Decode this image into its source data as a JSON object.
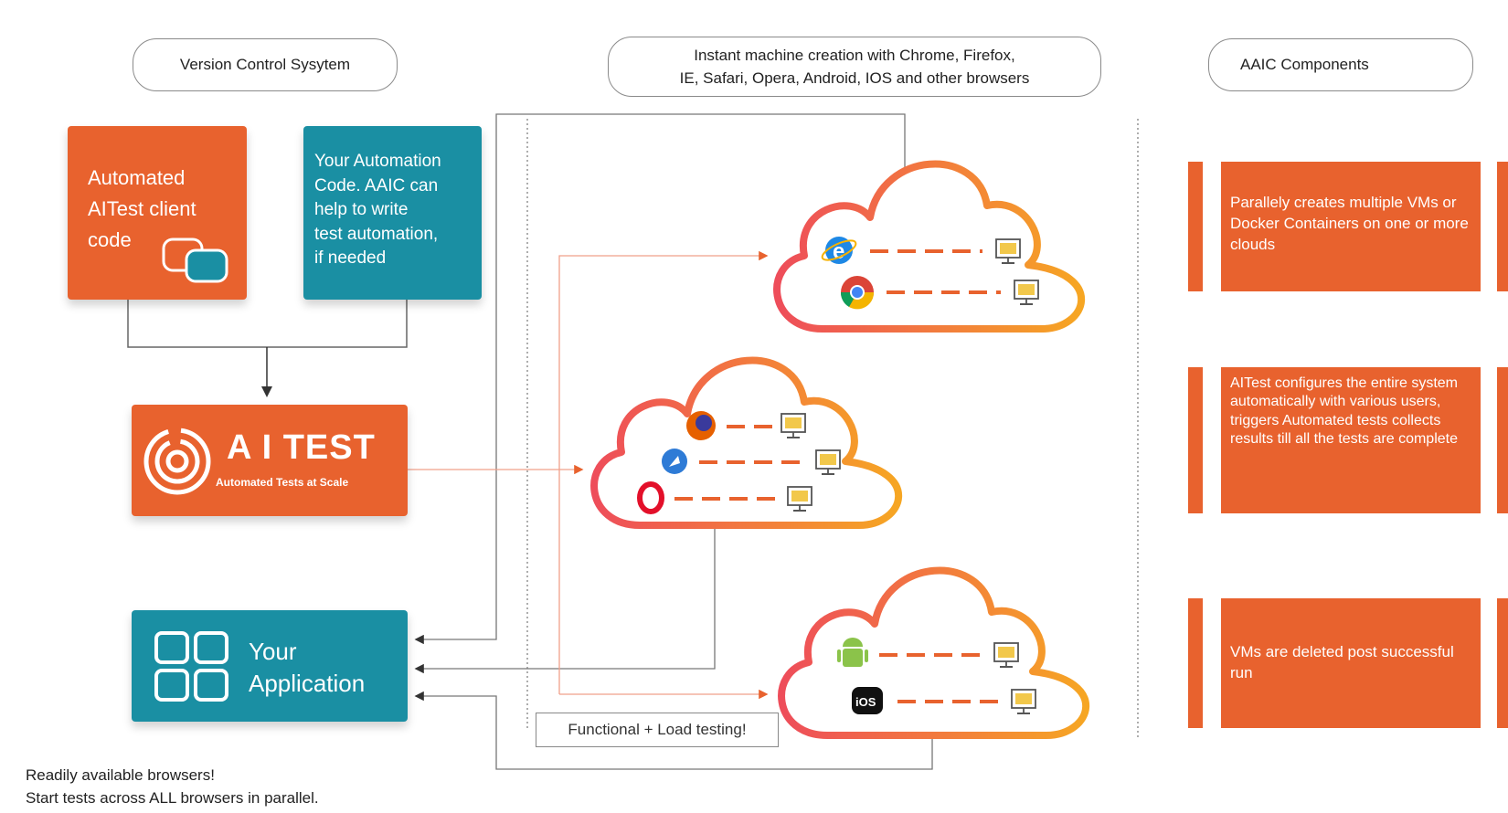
{
  "pills": {
    "vcs": "Version Control Sysytem",
    "instant_line1": "Instant machine creation with Chrome, Firefox,",
    "instant_line2": "IE, Safari, Opera, Android, IOS and other browsers",
    "aaic_components": "AAIC Components"
  },
  "boxes": {
    "client_code": [
      "Automated",
      "AITest client",
      "code"
    ],
    "automation_code": [
      "Your Automation",
      "Code. AAIC can",
      "help to write",
      "test automation,",
      "if needed"
    ],
    "aitest_title": "A I TEST",
    "aitest_subtitle": "Automated Tests at Scale",
    "app_line1": "Your",
    "app_line2": "Application"
  },
  "functional_label": "Functional + Load testing!",
  "footer": {
    "line1": "Readily available browsers!",
    "line2": "Start tests across ALL browsers in parallel."
  },
  "right_cards": [
    "Parallely creates multiple VMs or Docker Containers on one or more clouds",
    "AITest configures the entire system automatically with various users, triggers Automated tests collects results till all the tests are complete",
    "VMs are deleted post successful run"
  ],
  "browser_icons": {
    "ie": "e",
    "ios": "iOS"
  },
  "colors": {
    "orange": "#e8622e",
    "teal": "#1a8fa3",
    "red_legend": "#e53935"
  }
}
